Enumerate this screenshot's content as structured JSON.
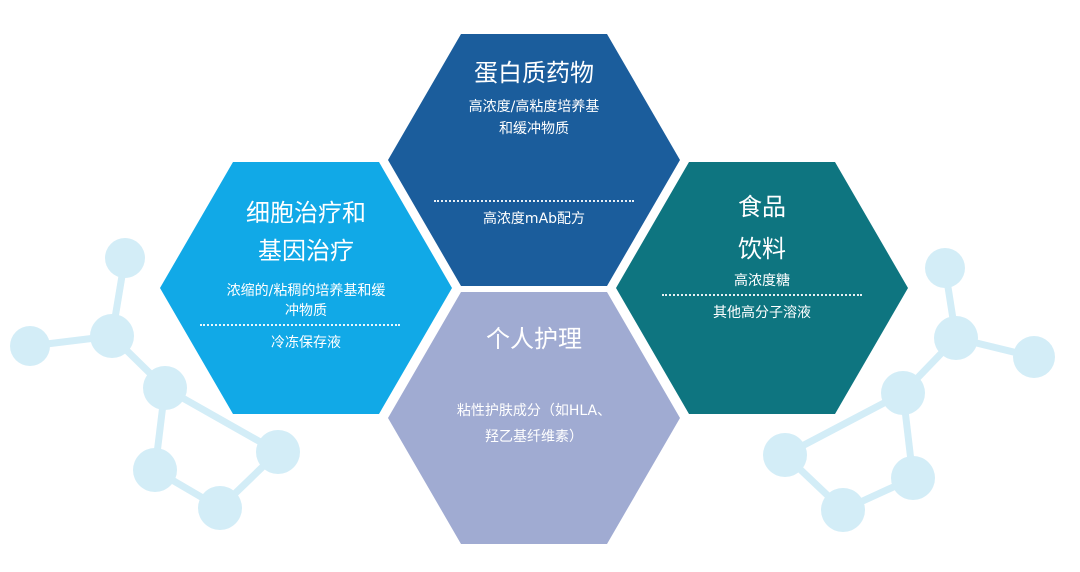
{
  "colors": {
    "protein": "#1b5d9c",
    "cell": "#11a9e7",
    "food": "#0e7580",
    "care": "#a0abd2",
    "molecule": "#d3edf7"
  },
  "hexagons": {
    "protein": {
      "title": "蛋白质药物",
      "line1": "高浓度/高粘度培养基",
      "line2": "和缓冲物质",
      "line3": "高浓度mAb配方"
    },
    "cell": {
      "title1": "细胞治疗和",
      "title2": "基因治疗",
      "line1": "浓缩的/粘稠的培养基和缓",
      "line2": "冲物质",
      "line3": "冷冻保存液"
    },
    "food": {
      "title1": "食品",
      "title2": "饮料",
      "line1": "高浓度糖",
      "line2": "其他高分子溶液"
    },
    "care": {
      "title": "个人护理",
      "line1": "粘性护肤成分（如HLA、",
      "line2": "羟乙基纤维素）"
    }
  }
}
